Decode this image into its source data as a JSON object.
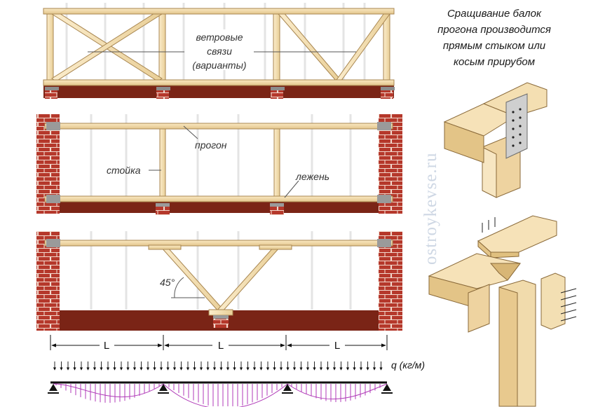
{
  "caption": {
    "lines": [
      "Сращивание балок",
      "прогона производится",
      "прямым стыком или",
      "косым прирубом"
    ]
  },
  "labels": {
    "wind_bracing": [
      "ветровые",
      "связи",
      "(варианты)"
    ],
    "purlin": "прогон",
    "post": "стойка",
    "sill": "лежень",
    "angle": "45°",
    "span": "L",
    "load": "q (кг/м)"
  },
  "watermark": "ostroykevse.ru",
  "colors": {
    "timber": "#f5dfae",
    "timber_edge": "#a88650",
    "brick": "#b5382b",
    "mortar": "#f2d8cc",
    "base": "#7a2416",
    "rafter": "#e6e6e6",
    "moment_curve": "#b03ab8"
  }
}
